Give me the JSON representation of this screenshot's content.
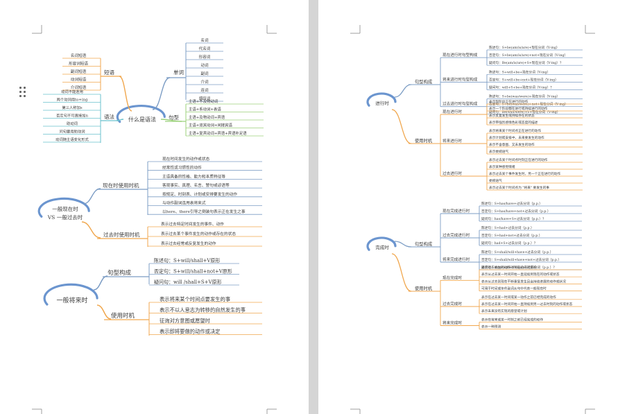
{
  "colors": {
    "blue": "#7b9cc4",
    "orange": "#f0a64c",
    "teal": "#69c1cc",
    "green": "#9bd17a",
    "ring": "#6b95cf"
  },
  "left": {
    "map1": {
      "center": "什么是语法",
      "duanyu": {
        "label": "短语",
        "leaves": [
          "名词短语",
          "形容词短语",
          "副词短语",
          "动词短语",
          "介词短语"
        ]
      },
      "danci": {
        "label": "单词",
        "leaves": [
          "名词",
          "代名词",
          "形容词",
          "动词",
          "副词",
          "介词",
          "连词",
          "感叹词"
        ]
      },
      "yufa": {
        "label": "语法",
        "leaves": [
          "动词不能连用",
          "两个动词用to+ing",
          "第三人称加s",
          "否定句不可直接加n",
          "助动词",
          "问句要用助动词",
          "动词随主语变化形式"
        ]
      },
      "juxing": {
        "label": "句型",
        "leaves": [
          "主语+不及物动词",
          "主语+系动词+表语",
          "主语+及物动词+宾语",
          "主语+双宾动词+间接宾语",
          "主语+复宾动词+宾语+宾语补足语"
        ]
      }
    },
    "map2": {
      "center_top": "一般现在时",
      "center_bottom": "VS 一般过去时",
      "xianzai": {
        "label": "现在时使用时机",
        "leaves": [
          "现在时间发生的动作或状态",
          "经常性或习惯性的动作",
          "主语具备的性格、能力和本质特征等",
          "客观事实、真理、名言、警句或谚语等",
          "按规定、时刻表、计划或安排要发生的动作",
          "与动作副词连用表将来式",
          "以here、there引导之倒装句表示正在发生之事"
        ]
      },
      "guoqu": {
        "label": "过去时使用时机",
        "leaves": [
          "表示过去特定时间发生的事件、动作",
          "表示过去某个事件发生的动作或存在的状态",
          "表示过去经常或反复发生的动作"
        ]
      }
    },
    "map3": {
      "center": "一般将来时",
      "juxing": {
        "label": "句型构成",
        "leaves": [
          "陈述句：S+will/shall+V原形",
          "否定句：S+will/shall+not+V原形",
          "疑问句：will /shall+S+V原形"
        ]
      },
      "shiji": {
        "label": "使用时机",
        "leaves": [
          "表示将来某个时间点要发生的事",
          "表示不以人意志为转移的自然发生的事",
          "征询对方意图或愿望时",
          "表示即将要做的动作或决定"
        ]
      }
    }
  },
  "right": {
    "map4": {
      "center": "进行时",
      "gouCheng": {
        "label": "句型构成",
        "groups": [
          {
            "label": "现在进行时句型构成",
            "leaves": [
              "陈述句：S+be(am/is/are)+现在分词（V-ing）",
              "否定句：S+be(am/is/are)+not+现在分词（V-ing）",
              "疑问句：Be(am/is/are)+S+现在分词（V-ing）？"
            ]
          },
          {
            "label": "将来进行时句型构成",
            "leaves": [
              "陈述句：S+will+be+现在分词（V-ing）",
              "否定句：S+will+be+not+现在分词（V-ing）",
              "疑问句：will+S+be+现在分词（V-ing）？"
            ]
          },
          {
            "label": "过去进行时句型构成",
            "leaves": [
              "陈述句：S+be(was/were)+现在分词（V-ing）",
              "否定句：S+be(was/were)+not+现在分词（V-ing）",
              "疑问句：Be(was/were)+S+现在分词（V-ing）"
            ]
          }
        ]
      },
      "shiJi": {
        "label": "使用时机",
        "groups": [
          {
            "label": "现在进行时",
            "leaves": [
              "表示现阶段正在进行的动作",
              "表示一个阶段都在进行或持续进行的动作",
              "表示反复发生或持续存在的状态",
              "表示带强烈感情色彩或态度的描述"
            ]
          },
          {
            "label": "将来进行时",
            "leaves": [
              "表示将来某个时间点正在进行的动作",
              "表示计划或安排中、未来要发生的动作",
              "表示不含意图、又未发生的动作",
              "表示委婉语气"
            ]
          },
          {
            "label": "过去进行时",
            "leaves": [
              "表示过去某个时间点时刻正在进行的动作",
              "表示某种感觉情绪",
              "表示过去某个事件发生时，另一个正在进行的动作",
              "委婉语气",
              "表示过去某个时间点为 \"将来\" 要发生的事"
            ]
          }
        ]
      }
    },
    "map5": {
      "center": "完成时",
      "gouCheng": {
        "label": "句型构成",
        "groups": [
          {
            "label": "现在完成进行时",
            "leaves": [
              "陈述句：S+has/have+过去分词（p.p.）",
              "否定句：S+has/have+not+过去分词（p.p.）",
              "疑问句：has/have+S+过去分词（p.p.）？"
            ]
          },
          {
            "label": "过去完成进行时",
            "leaves": [
              "陈述句：S+had+过去分词（p.p.）",
              "否定句：S+had+not+过去分词（p.p.）",
              "疑问句：had+S+过去分词（p.p.）？"
            ]
          },
          {
            "label": "将来完成进行时",
            "leaves": [
              "陈述句：S+shall/will+have+过去分词（p.p.）",
              "否定句：S+shall/will+have+not+过去分词（p.p.）",
              "疑问句：shall/will+S+have+过去分词（p.p.）？"
            ]
          }
        ]
      },
      "shiJi": {
        "label": "使用时机",
        "groups": [
          {
            "label": "现在完成时",
            "leaves": [
              "表示过去发生的动作对现在造成的影响",
              "表示从过去某一时间开始一直延续到现在的动作或状态",
              "表示从过去到现在不断重复发生且会持续进展的动作或状况",
              "可用于时间或条件副词从句中代表一般现在时"
            ]
          },
          {
            "label": "过去完成时",
            "leaves": [
              "表示在过去某一时间或某一动作之前已经完成的动作",
              "表示在过去某一时间开始一直持续到另一过去时刻的动作或状态",
              "表示未来没有实现的愿望或计划"
            ]
          },
          {
            "label": "将来完成时",
            "leaves": [
              "表示在将来或某一时刻之前已经完成的动作",
              "表示一种预测"
            ]
          }
        ]
      }
    }
  }
}
